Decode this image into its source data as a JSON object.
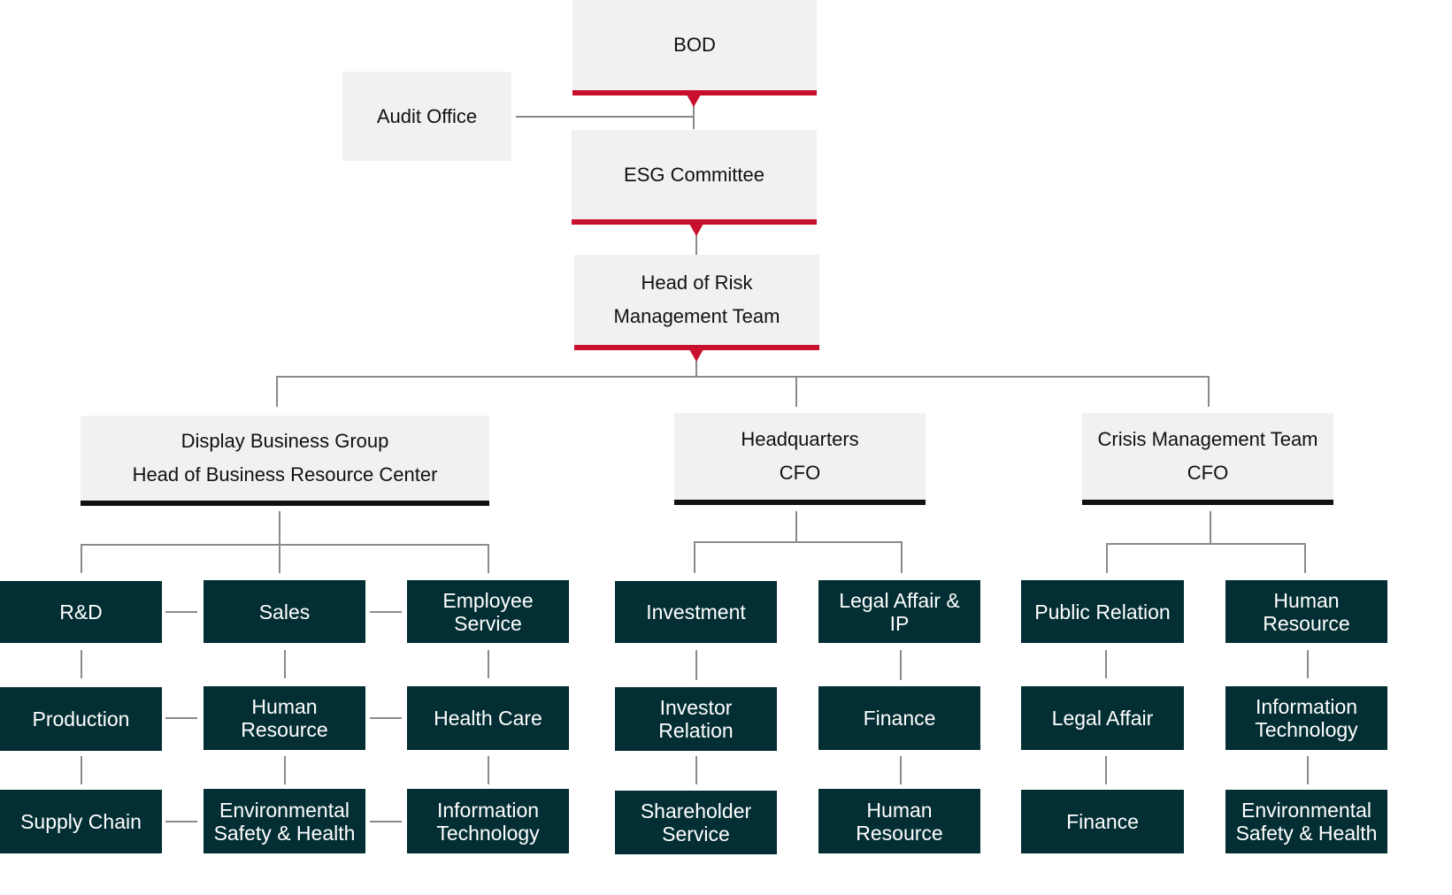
{
  "top": {
    "bod": "BOD",
    "audit_office": "Audit Office",
    "esg_committee": "ESG Committee",
    "head_of_risk": [
      "Head of Risk",
      "Management Team"
    ]
  },
  "groups": {
    "display": {
      "title": [
        "Display Business Group",
        "Head of Business Resource Center"
      ],
      "units": [
        [
          "R&D"
        ],
        [
          "Sales"
        ],
        [
          "Employee",
          "Service"
        ],
        [
          "Production"
        ],
        [
          "Human",
          "Resource"
        ],
        [
          "Health Care"
        ],
        [
          "Supply Chain"
        ],
        [
          "Environmental",
          "Safety & Health"
        ],
        [
          "Information",
          "Technology"
        ]
      ]
    },
    "headquarters": {
      "title": [
        "Headquarters",
        "CFO"
      ],
      "units": [
        [
          "Investment"
        ],
        [
          "Legal Affair &",
          "IP"
        ],
        [
          "Investor",
          "Relation"
        ],
        [
          "Finance"
        ],
        [
          "Shareholder",
          "Service"
        ],
        [
          "Human",
          "Resource"
        ]
      ]
    },
    "crisis": {
      "title": [
        "Crisis Management Team",
        "CFO"
      ],
      "units": [
        [
          "Public Relation"
        ],
        [
          "Human",
          "Resource"
        ],
        [
          "Legal Affair"
        ],
        [
          "Information",
          "Technology"
        ],
        [
          "Finance"
        ],
        [
          "Environmental",
          "Safety & Health"
        ]
      ]
    }
  },
  "colors": {
    "accent_red": "#c8102e",
    "dark_teal": "#032e33",
    "gray_box": "#f1f1f1",
    "connector": "#8a8a8a"
  }
}
